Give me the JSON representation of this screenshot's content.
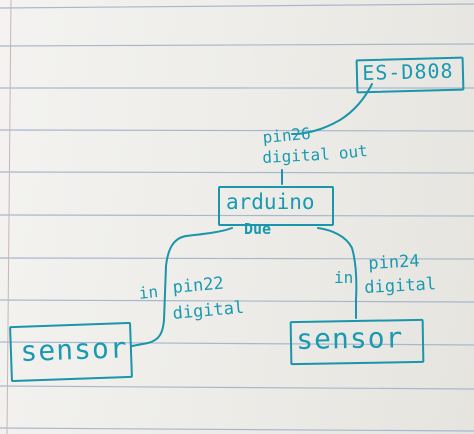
{
  "diagram": {
    "module_label": "ES-D808",
    "controller_label": "arduino",
    "controller_sub_label": "Due",
    "output_pin_label": "pin26",
    "output_type_label": "digital",
    "output_dir_label": "out",
    "left_pin_label": "pin22",
    "left_type_label": "digital",
    "left_dir_label": "in",
    "left_sensor_label": "sensor",
    "right_pin_label": "pin24",
    "right_type_label": "digital",
    "right_dir_label": "in",
    "right_sensor_label": "sensor"
  },
  "colors": {
    "ink": "#1a9ab0",
    "paper": "#f1f0ee",
    "rule_line": "#a9b7cd",
    "margin_line": "#c7b6b6"
  }
}
